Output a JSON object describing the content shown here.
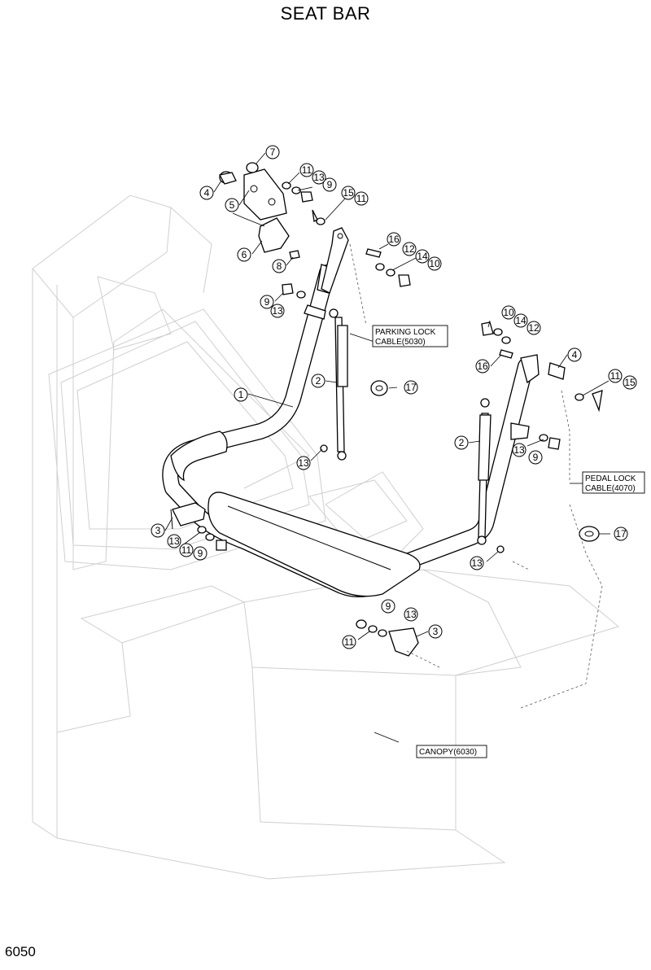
{
  "header": {
    "title": "SEAT BAR"
  },
  "footer": {
    "page_number": "6050"
  },
  "references": {
    "parking_lock_1": "PARKING LOCK",
    "parking_lock_2": "CABLE(5030)",
    "pedal_lock_1": "PEDAL LOCK",
    "pedal_lock_2": "CABLE(4070)",
    "canopy": "CANOPY(6030)"
  },
  "callouts": {
    "c1": "1",
    "c2a": "2",
    "c2b": "2",
    "c3a": "3",
    "c3b": "3",
    "c4a": "4",
    "c4b": "4",
    "c5": "5",
    "c6": "6",
    "c7": "7",
    "c8": "8",
    "c9a": "9",
    "c9b": "9",
    "c9c": "9",
    "c9d": "9",
    "c10a": "10",
    "c10b": "10",
    "c11a": "11",
    "c11b": "11",
    "c11c": "11",
    "c11d": "11",
    "c11e": "11",
    "c12a": "12",
    "c12b": "12",
    "c13a": "13",
    "c13b": "13",
    "c13c": "13",
    "c13d": "13",
    "c13e": "13",
    "c13f": "13",
    "c13g": "13",
    "c14a": "14",
    "c14b": "14",
    "c15a": "15",
    "c15b": "15",
    "c16a": "16",
    "c16b": "16",
    "c17a": "17",
    "c17b": "17"
  }
}
